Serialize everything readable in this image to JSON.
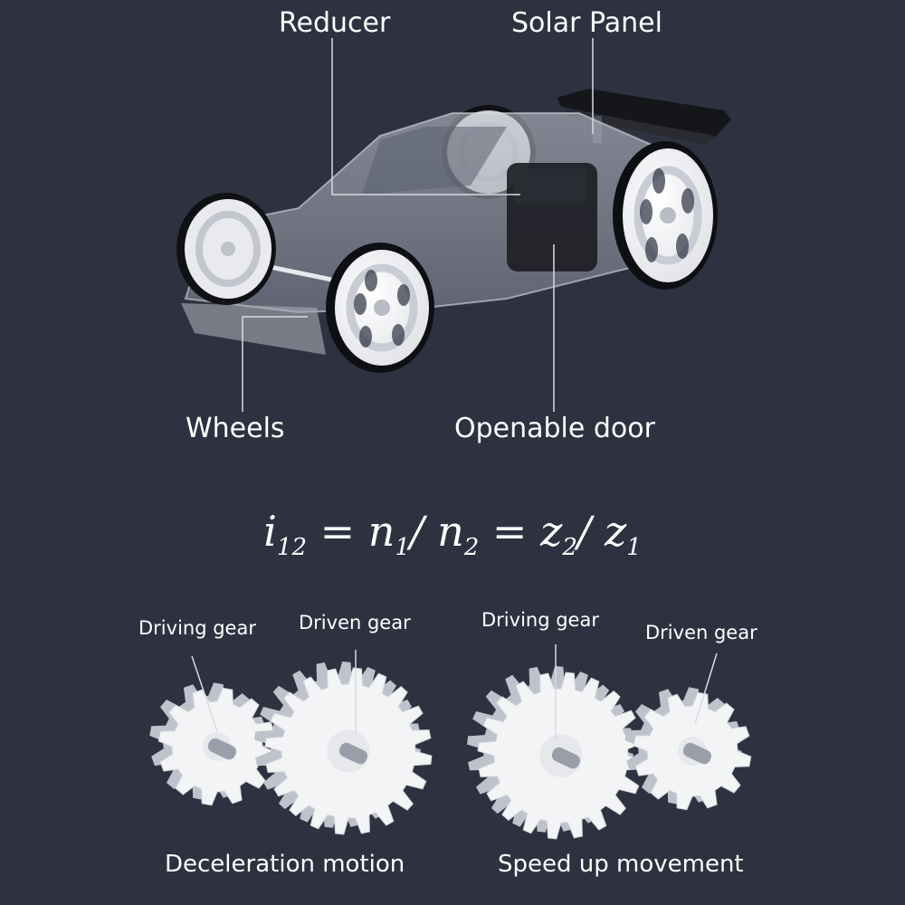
{
  "car": {
    "labels": {
      "reducer": "Reducer",
      "solar_panel": "Solar Panel",
      "wheels": "Wheels",
      "openable_door": "Openable door"
    }
  },
  "formula": {
    "i": "i",
    "i_sub": "12",
    "eq1": " = ",
    "n1": "n",
    "n1_sub": "1",
    "slash1": "/ ",
    "n2": "n",
    "n2_sub": "2",
    "eq2": " = ",
    "z2": "z",
    "z2_sub": "2",
    "slash2": "/ ",
    "z1": "z",
    "z1_sub": "1"
  },
  "gears": {
    "deceleration": {
      "driving_label": "Driving gear",
      "driven_label": "Driven gear",
      "caption": "Deceleration motion"
    },
    "speed_up": {
      "driving_label": "Driving gear",
      "driven_label": "Driven gear",
      "caption": "Speed up movement"
    }
  },
  "colors": {
    "background": "#2e3240",
    "text": "#ffffff",
    "leader_line": "#d8dbe2"
  }
}
